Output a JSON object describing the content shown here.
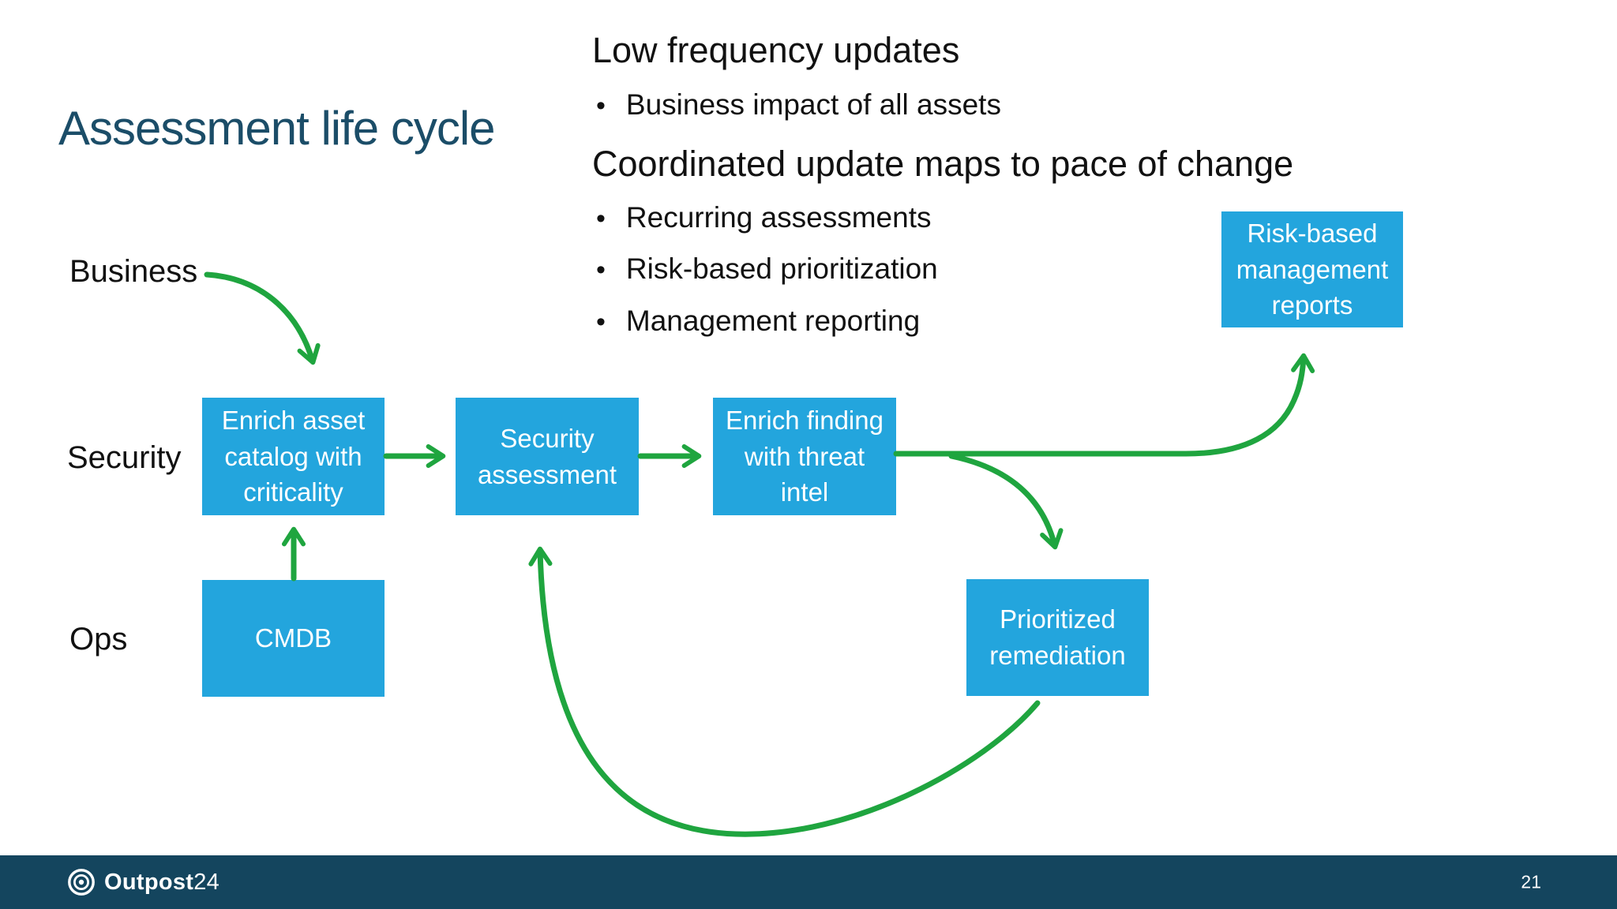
{
  "slide": {
    "title": "Assessment life cycle",
    "page_number": "21",
    "bullet_char": "•"
  },
  "notes": {
    "heading1": "Low frequency updates",
    "bullets1": [
      "Business impact of all assets"
    ],
    "heading2": "Coordinated update maps to pace of change",
    "bullets2": [
      "Recurring assessments",
      "Risk-based prioritization",
      "Management reporting"
    ]
  },
  "lanes": {
    "business": "Business",
    "security": "Security",
    "ops": "Ops"
  },
  "boxes": {
    "enrich_asset": "Enrich asset catalog with criticality",
    "security_assessment": "Security assessment",
    "enrich_finding": "Enrich finding with threat intel",
    "risk_reports": "Risk-based management reports",
    "prioritized_remediation": "Prioritized remediation",
    "cmdb": "CMDB"
  },
  "footer": {
    "brand_bold": "Outpost",
    "brand_light": "24",
    "logo_icon": "target-rings-icon"
  },
  "colors": {
    "slide_background": "#FFFFFF",
    "box_blue": "#23A5DD",
    "box_text": "#FFFFFF",
    "arrow_green": "#1FA53F",
    "title_navy": "#1B4D68",
    "footer_navy": "#14455E",
    "footer_text": "#FFFFFF",
    "body_text": "#111111"
  }
}
